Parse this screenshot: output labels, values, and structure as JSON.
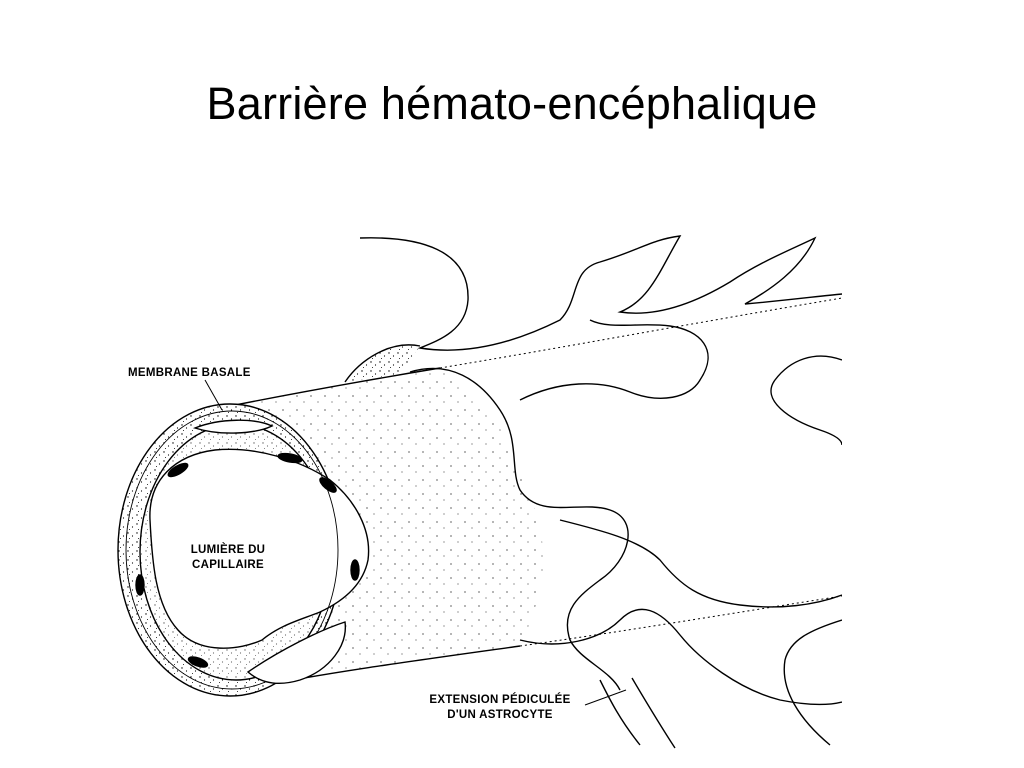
{
  "slide": {
    "title": "Barrière hémato-encéphalique"
  },
  "diagram": {
    "labels": {
      "basal_membrane": "MEMBRANE BASALE",
      "lumen_line1": "LUMIÈRE DU",
      "lumen_line2": "CAPILLAIRE",
      "astrocyte_line1": "EXTENSION PÉDICULÉE",
      "astrocyte_line2": "D'UN ASTROCYTE"
    }
  },
  "colors": {
    "ink": "#000000",
    "background": "#ffffff"
  }
}
